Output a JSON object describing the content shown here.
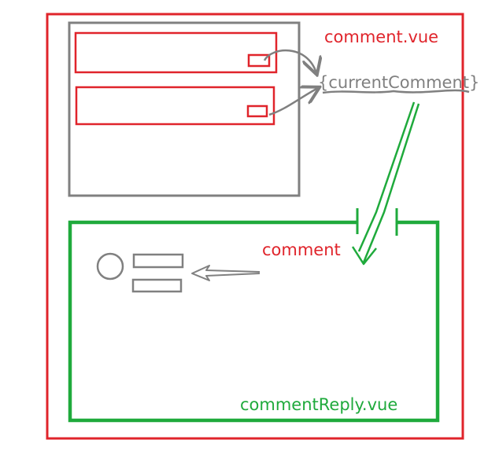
{
  "labels": {
    "outer_component": "comment.vue",
    "current_comment": "{currentComment}",
    "prop_name": "comment",
    "inner_component": "commentReply.vue"
  },
  "colors": {
    "red": "#e0242b",
    "green": "#1faa3c",
    "gray": "#808080"
  }
}
